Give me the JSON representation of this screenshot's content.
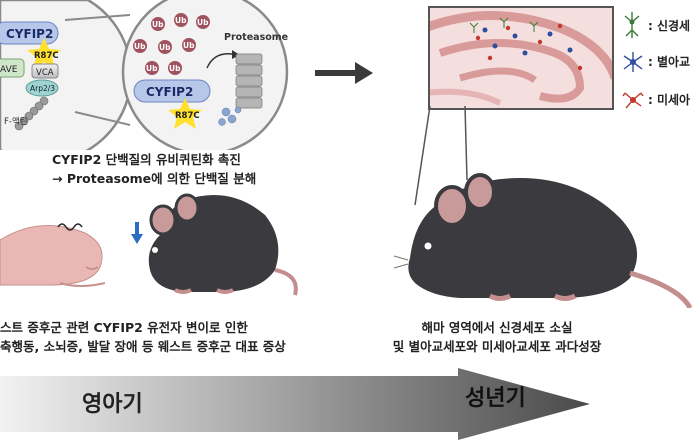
{
  "molecule_panel": {
    "cyfip2": "CYFIP2",
    "mutation": "R87C",
    "wave": "AVE",
    "vca": "VCA",
    "arp": "Arp2/3",
    "factin": "F-액틴",
    "ub": "Ub",
    "proteasome": "Proteasome"
  },
  "mechanism_caption": {
    "line1": "CYFIP2 단백질의 유비퀴틴화 촉진",
    "line2": "→ Proteasome에 의한 단백질 분해"
  },
  "infant_caption": {
    "line1": "스트 증후군 관련  CYFIP2 유전자 변이로 인한",
    "line2": "축행동, 소뇌증, 발달 장애 등 웨스트 증후군 대표 증상"
  },
  "adult_caption": {
    "line1": "해마 영역에서 신경세포 소실",
    "line2": "및 별아교세포와 미세아교세포 과다성장"
  },
  "legend": [
    {
      "label": ": 신경세",
      "color": "#3a7a3a",
      "icon": "neuron-icon"
    },
    {
      "label": ": 별아교",
      "color": "#2e4f9e",
      "icon": "astrocyte-icon"
    },
    {
      "label": ": 미세아",
      "color": "#c0392b",
      "icon": "microglia-icon"
    }
  ],
  "timeline": {
    "infancy": "영아기",
    "adulthood": "성년기"
  },
  "colors": {
    "hippocampus": "#e8a9a9",
    "tissue": "#f5dede",
    "mouse_body": "#3b3b3f",
    "pup": "#e9b8b4",
    "arrow_gradient_start": "#f2f2f2",
    "arrow_gradient_end": "#4a4a4a",
    "star": "#ffe02a"
  }
}
